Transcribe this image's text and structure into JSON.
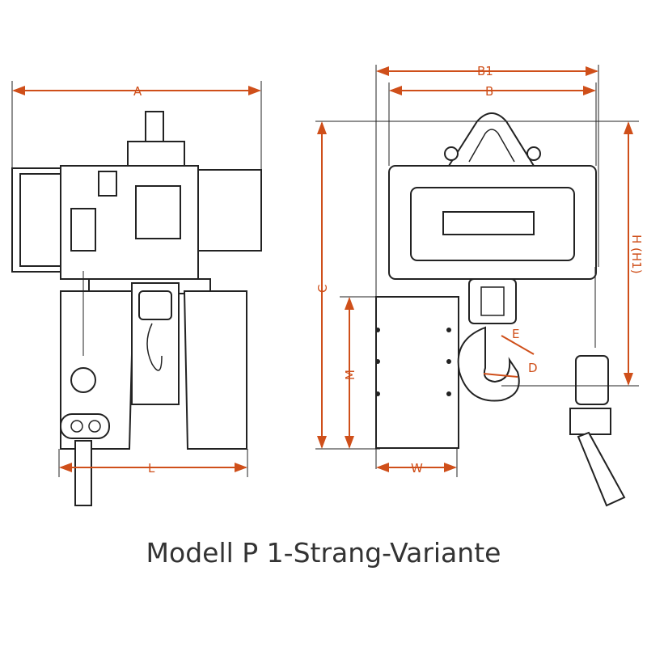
{
  "dimensions": {
    "A": "A",
    "B1": "B1",
    "B": "B",
    "C": "C",
    "H": "H (H1)",
    "M": "M",
    "W": "W",
    "L": "L",
    "E": "E",
    "D": "D"
  },
  "caption": "Modell P 1-Strang-Variante",
  "colors": {
    "dimension": "#cf4f1a",
    "outline": "#222222"
  }
}
